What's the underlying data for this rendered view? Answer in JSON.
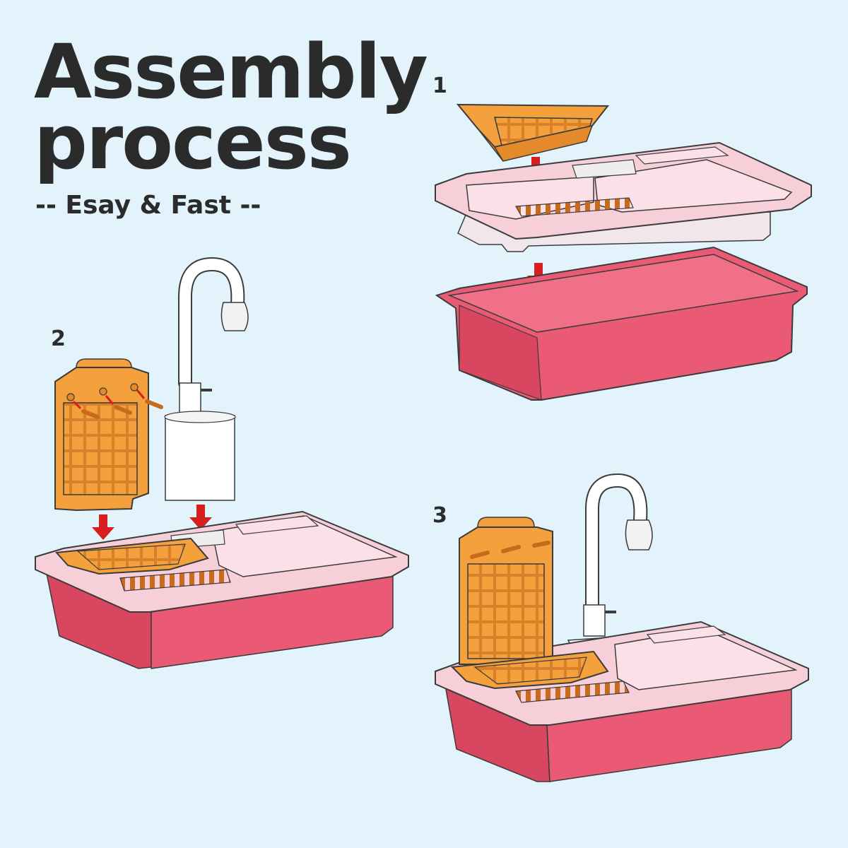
{
  "header": {
    "title_line1": "Assembly",
    "title_line2": "process",
    "subtitle": "-- Esay & Fast --"
  },
  "steps": [
    {
      "label": "1"
    },
    {
      "label": "2"
    },
    {
      "label": "3"
    }
  ],
  "colors": {
    "background": "#e2f3fc",
    "sink_body": "#ea5a74",
    "sink_body_side": "#d8465f",
    "countertop": "#f7cfd9",
    "basket_orange": "#f4a13d",
    "arrow_red": "#d81e1e",
    "faucet_white": "#ffffff",
    "outline": "#3b3b3b"
  },
  "icons": [
    "down-arrow-icon",
    "screw-icon"
  ]
}
